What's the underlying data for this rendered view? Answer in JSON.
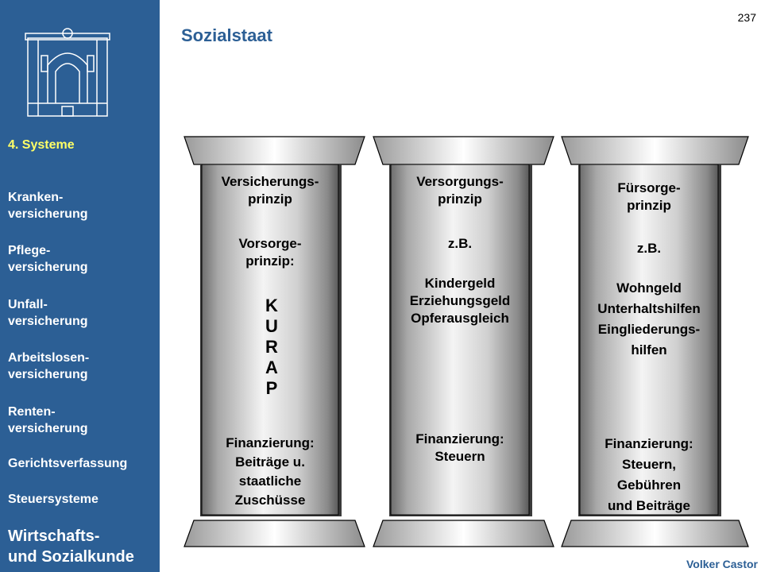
{
  "page_number": "237",
  "title": "Sozialstaat",
  "author": "Volker Castor",
  "sidebar": {
    "active": "4. Systeme",
    "items": [
      [
        "Kranken-",
        "versicherung"
      ],
      [
        "Pflege-",
        "versicherung"
      ],
      [
        "Unfall-",
        "versicherung"
      ],
      [
        "Arbeitslosen-",
        "versicherung"
      ],
      [
        "Renten-",
        "versicherung"
      ],
      [
        "Gerichtsverfassung"
      ],
      [
        "Steuersysteme"
      ]
    ],
    "footer": [
      "Wirtschafts-",
      "und Sozialkunde"
    ]
  },
  "colors": {
    "sidebar": "#2c5f95",
    "active": "#ffff66",
    "title": "#2c5f95"
  },
  "pillars": [
    {
      "heading": [
        "Versicherungs-",
        "prinzip"
      ],
      "sub": [
        "Vorsorge-",
        "prinzip:"
      ],
      "kurap": [
        "K",
        "U",
        "R",
        "A",
        "P"
      ],
      "finance": [
        "Finanzierung:",
        "Beiträge u.",
        "staatliche",
        "Zuschüsse"
      ]
    },
    {
      "heading": [
        "Versorgungs-",
        "prinzip"
      ],
      "sub": [
        "z.B."
      ],
      "examples": [
        "Kindergeld",
        "Erziehungsgeld",
        "Opferausgleich"
      ],
      "finance": [
        "Finanzierung:",
        "Steuern"
      ]
    },
    {
      "heading": [
        "Fürsorge-",
        "prinzip"
      ],
      "sub": [
        "z.B."
      ],
      "examples": [
        "Wohngeld",
        "Unterhaltshilfen",
        "Eingliederungs-",
        "hilfen"
      ],
      "finance": [
        "Finanzierung:",
        "Steuern,",
        "Gebühren",
        "und Beiträge"
      ]
    }
  ]
}
